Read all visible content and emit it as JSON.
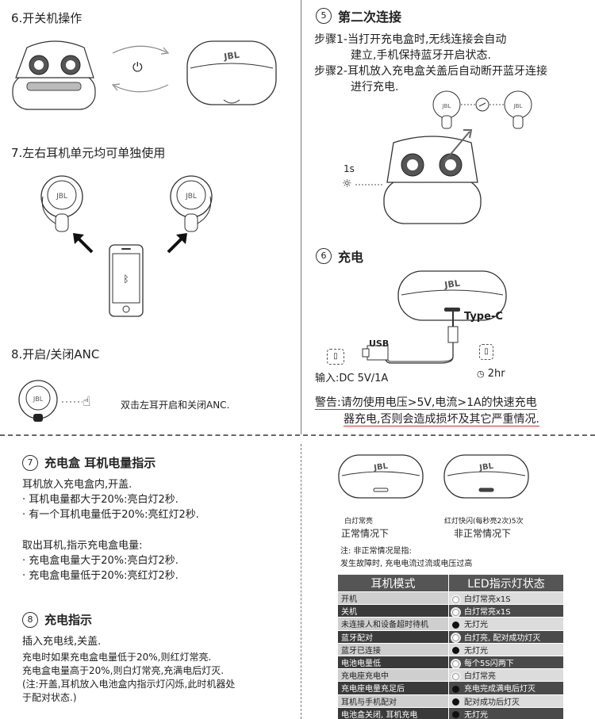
{
  "sec6_power": {
    "title": "6.开关机操作"
  },
  "sec7_single": {
    "title": "7.左右耳机单元均可单独使用"
  },
  "sec8_anc": {
    "title": "8.开启/关闭ANC",
    "desc": "双击左耳开启和关闭ANC."
  },
  "reconnect": {
    "num": "5",
    "title": "第二次连接",
    "step1_a": "步骤1-当打开充电盒时,无线连接会自动",
    "step1_b": "建立,手机保持蓝牙开启状态.",
    "step2_a": "步骤2-耳机放入充电盒关盖后自动断开蓝牙连接",
    "step2_b": "进行充电.",
    "time_label": "1s"
  },
  "charging": {
    "num": "6",
    "title": "充电",
    "type_c": "Type-C",
    "usb": "USB",
    "input": "输入:DC 5V/1A",
    "duration": "2hr",
    "warn_a": "警告:请勿使用电压>5V,电流>1A的快速充电",
    "warn_b": "器充电,否则会造成损坏及其它严重情况."
  },
  "battery": {
    "num": "7",
    "title": "充电盒 耳机电量指示",
    "l1": "耳机放入充电盒内,开盖.",
    "l2": "· 耳机电量都大于20%:亮白灯2秒.",
    "l3": "· 有一个耳机电量低于20%:亮红灯2秒.",
    "l4": "取出耳机,指示充电盒电量:",
    "l5": "· 充电盒电量大于20%:亮白灯2秒.",
    "l6": "· 充电盒电量低于20%:亮红灯2秒."
  },
  "charge_ind": {
    "num": "8",
    "title": "充电指示",
    "l1": "插入充电线,关盖.",
    "l2": "充电时如果充电盒电量低于20%,则红灯常亮.",
    "l3": "充电盒电量高于20%,则白灯常亮,充满电后灯灭.",
    "l4": "(注:开盖,耳机放入电池盒内指示灯闪烁,此时机器处",
    "l5": "于配对状态.)"
  },
  "cases": {
    "normal_cap": "白灯常亮",
    "normal_label": "正常情况下",
    "abnormal_cap": "红灯快闪(每秒亮2次)5次",
    "abnormal_label": "非正常情况下",
    "note1": "注: 非正常情况是指:",
    "note2": "发生故障时, 充电电流过流或电压过高"
  },
  "led_table": {
    "col1": "耳机模式",
    "col2": "LED指示灯状态",
    "rows": [
      {
        "mode": "开机",
        "state": "白灯常亮x1S",
        "icon": "sun",
        "shade": "light"
      },
      {
        "mode": "关机",
        "state": "白灯常亮x1S",
        "icon": "sun",
        "shade": "dark"
      },
      {
        "mode": "未连接人和设备超时待机",
        "state": "无灯光",
        "icon": "black",
        "shade": "light"
      },
      {
        "mode": "蓝牙配对",
        "state": "白灯亮, 配对成功灯灭",
        "icon": "sun",
        "shade": "dark"
      },
      {
        "mode": "蓝牙已连接",
        "state": "无灯光",
        "icon": "black",
        "shade": "light"
      },
      {
        "mode": "电池电量低",
        "state": "每个5S闪两下",
        "icon": "sun",
        "shade": "dark"
      },
      {
        "mode": "充电座充电中",
        "state": "白灯常亮",
        "icon": "sun",
        "shade": "light"
      },
      {
        "mode": "充电座电量充足后",
        "state": "充电完成满电后灯灭",
        "icon": "black",
        "shade": "dark"
      },
      {
        "mode": "耳机与手机配对",
        "state": "配对成功后灯灭",
        "icon": "black",
        "shade": "light"
      },
      {
        "mode": "电池盒关闭, 耳机充电",
        "state": "无灯光",
        "icon": "black",
        "shade": "dark"
      }
    ]
  }
}
